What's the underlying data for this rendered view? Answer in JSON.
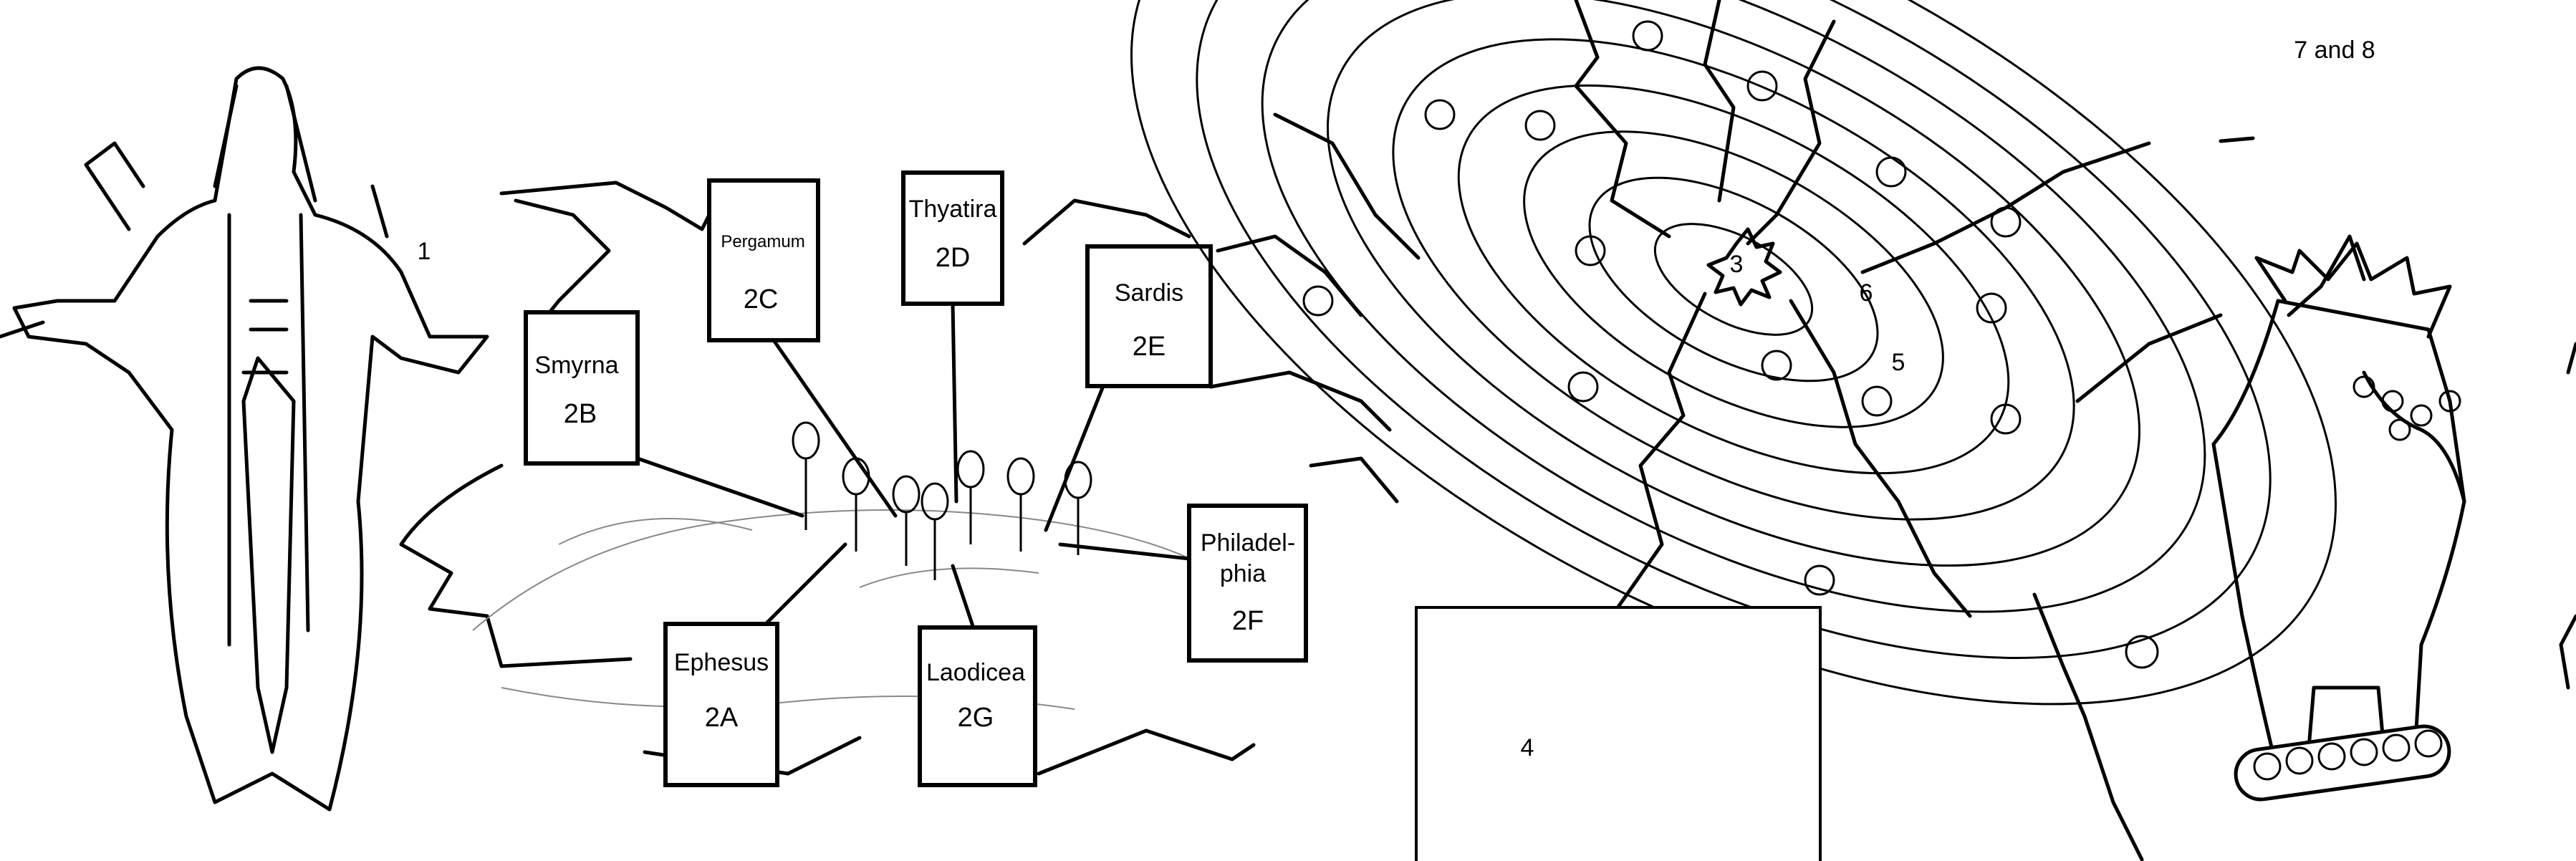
{
  "labels": {
    "figure_son_of_man": "1",
    "golden_candlesticks": "3",
    "throne": "4",
    "sea_of_glass": "5",
    "lamb": "6",
    "seals_trumpets": "7 and 8"
  },
  "churches": [
    {
      "name": "Ephesus",
      "code": "2A"
    },
    {
      "name": "Smyrna",
      "code": "2B"
    },
    {
      "name": "Pergamum",
      "code": "2C"
    },
    {
      "name": "Thyatira",
      "code": "2D"
    },
    {
      "name": "Sardis",
      "code": "2E"
    },
    {
      "name_line1": "Philadel-",
      "name_line2": "phia",
      "code": "2F"
    },
    {
      "name": "Laodicea",
      "code": "2G"
    }
  ]
}
